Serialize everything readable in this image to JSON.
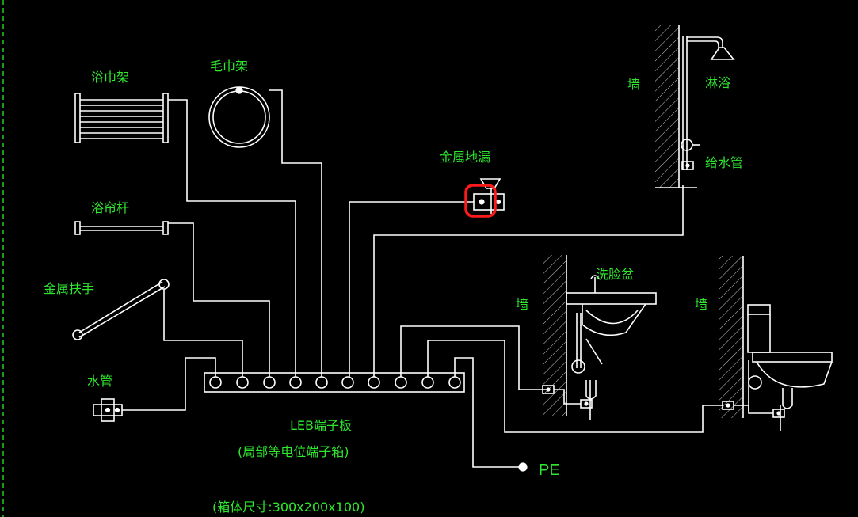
{
  "labels": {
    "bath_towel_rack": "浴巾架",
    "towel_ring": "毛巾架",
    "curtain_rod": "浴帘杆",
    "grab_bar": "金属扶手",
    "water_pipe": "水管",
    "floor_drain": "金属地漏",
    "wall_shower": "墙",
    "shower": "淋浴",
    "supply_pipe": "给水管",
    "washbasin": "洗脸盆",
    "wall_basin": "墙",
    "wall_toilet": "墙",
    "leb_title": "LEB端子板",
    "leb_sub": "(局部等电位端子箱)",
    "box_size": "(箱体尺寸:300x200x100)",
    "pe": "PE"
  },
  "colors": {
    "background": "#000000",
    "text": "#2ee82e",
    "line": "#ffffff",
    "highlight": "#ff1a1a",
    "border": "#22cc22"
  }
}
